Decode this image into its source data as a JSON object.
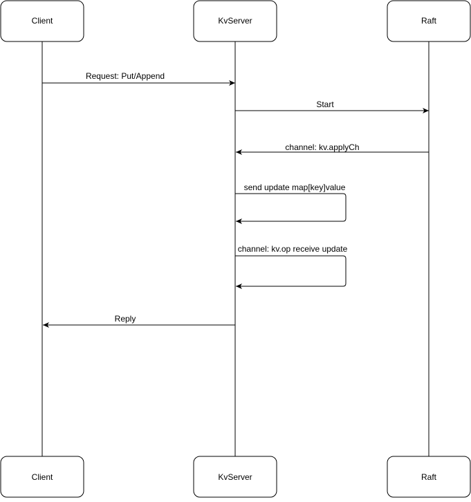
{
  "participants": [
    {
      "id": "client",
      "label": "Client"
    },
    {
      "id": "kvserver",
      "label": "KvServer"
    },
    {
      "id": "raft",
      "label": "Raft"
    }
  ],
  "messages": [
    {
      "from": "client",
      "to": "kvserver",
      "label": "Request: Put/Append"
    },
    {
      "from": "kvserver",
      "to": "raft",
      "label": "Start"
    },
    {
      "from": "raft",
      "to": "kvserver",
      "label": "channel: kv.applyCh"
    },
    {
      "from": "kvserver",
      "to": "kvserver",
      "label": "send update map[key]value"
    },
    {
      "from": "kvserver",
      "to": "kvserver",
      "label": "channel: kv.op receive update"
    },
    {
      "from": "kvserver",
      "to": "client",
      "label": "Reply"
    }
  ],
  "colors": {
    "stroke": "#000000",
    "fill": "#ffffff",
    "text": "#000000"
  }
}
